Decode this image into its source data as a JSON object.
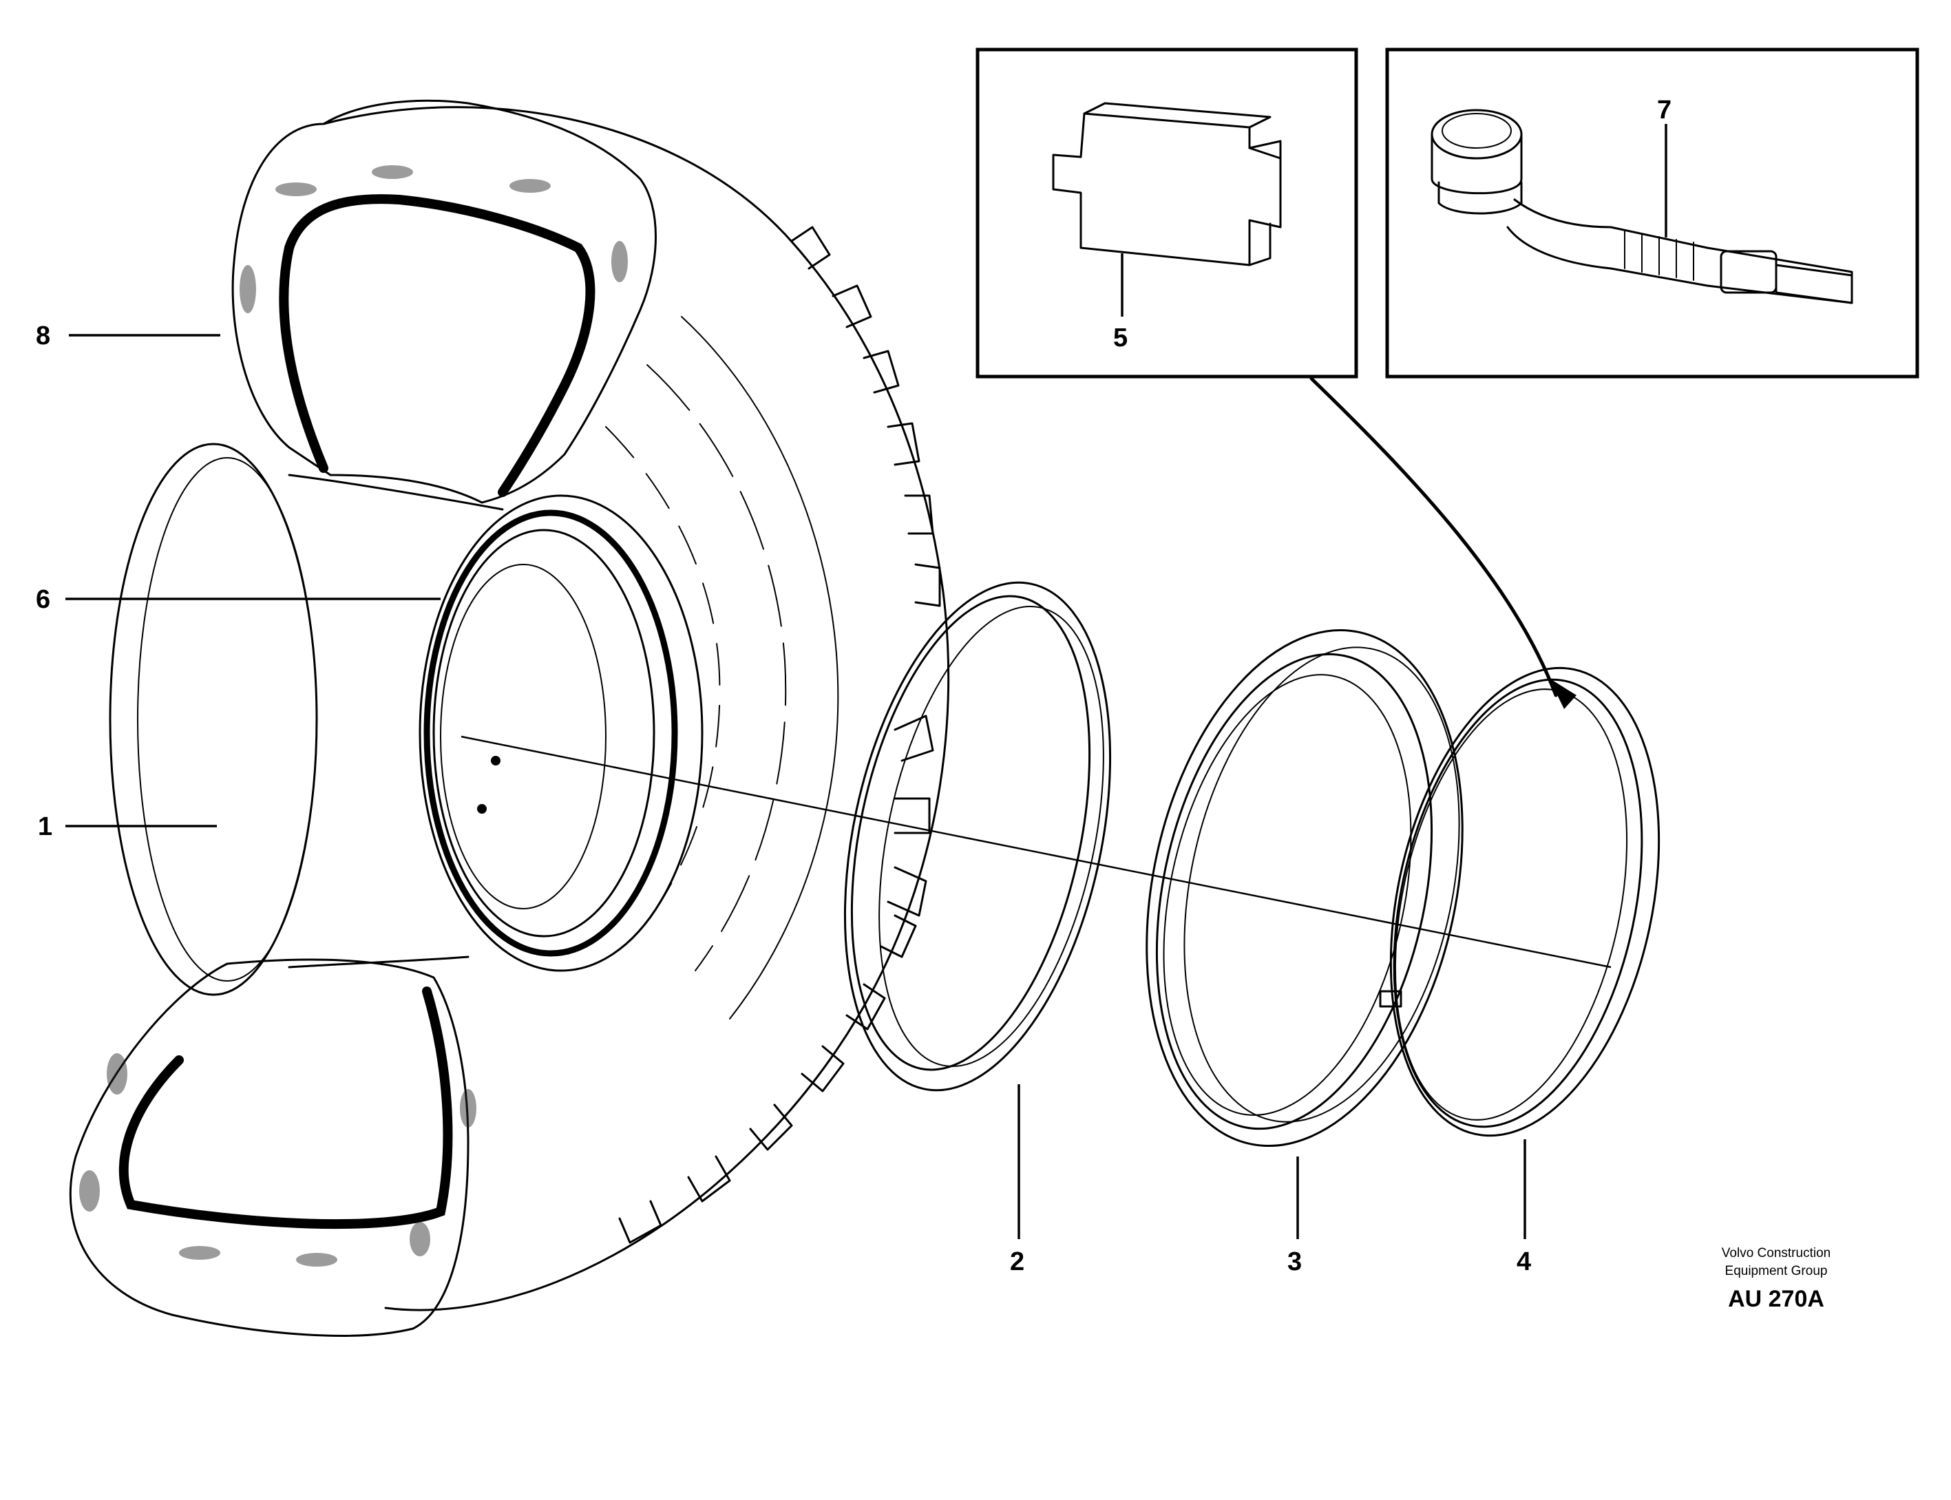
{
  "callouts": {
    "c1": "1",
    "c2": "2",
    "c3": "3",
    "c4": "4",
    "c5": "5",
    "c6": "6",
    "c7": "7",
    "c8": "8"
  },
  "credit": {
    "line1": "Volvo Construction",
    "line2": "Equipment Group",
    "code": "AU 270A"
  },
  "colors": {
    "line": "#000000",
    "background": "#ffffff"
  }
}
